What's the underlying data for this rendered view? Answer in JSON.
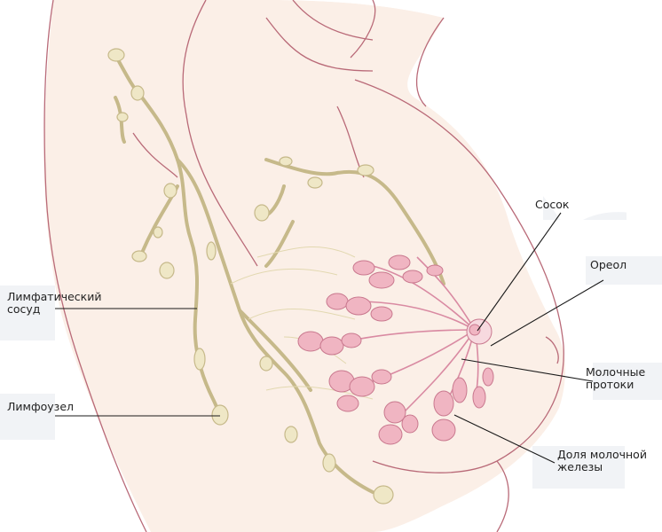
{
  "labels": {
    "lymph_vessel": "Лимфатический\nсосуд",
    "lymph_node": "Лимфоузел",
    "nipple": "Сосок",
    "areola": "Ореол",
    "ducts": "Молочные\nпротоки",
    "lobule": "Доля молочной\nжелезы"
  },
  "colors": {
    "skin": "#fbefe7",
    "outline": "#b96a78",
    "lymph": "#efe7c6",
    "lymph_stroke": "#c6b98a",
    "gland": "#f0b5c2",
    "gland_stroke": "#c9788e",
    "duct": "#d98aa2",
    "leader": "#1a1a1a"
  }
}
